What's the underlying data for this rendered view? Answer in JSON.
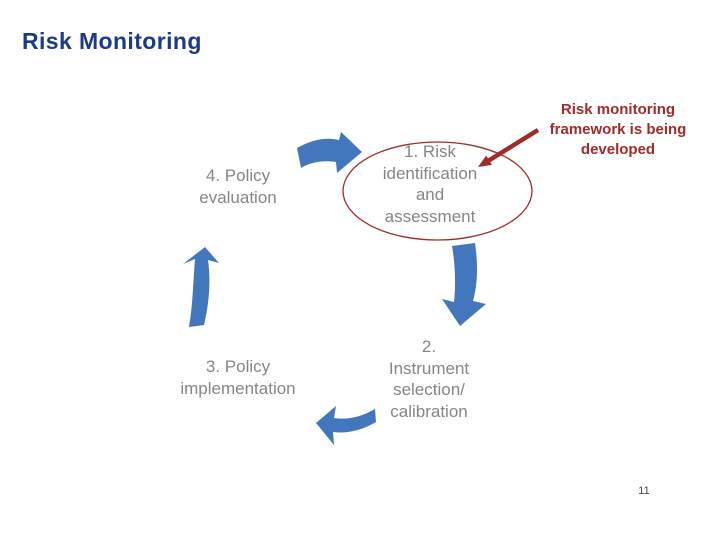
{
  "slide": {
    "title": "Risk Monitoring",
    "page_number": "11"
  },
  "diagram": {
    "type": "cycle",
    "steps": [
      {
        "id": "1",
        "label": "1. Risk\nidentification\nand\nassessment",
        "emphasized": true
      },
      {
        "id": "2",
        "label": "2.\nInstrument\nselection/\ncalibration",
        "emphasized": false
      },
      {
        "id": "3",
        "label": "3. Policy\nimplementation",
        "emphasized": false
      },
      {
        "id": "4",
        "label": "4. Policy\nevaluation",
        "emphasized": false
      }
    ],
    "annotation": {
      "text": "Risk monitoring\nframework is being\ndeveloped",
      "points_to": "1. Risk identification and assessment"
    },
    "icons": {
      "cycle_arrows": [
        "arrow-right-icon",
        "arrow-down-icon",
        "arrow-left-icon",
        "arrow-up-icon"
      ],
      "annotation_arrow": "arrow-pointer-icon",
      "emphasis_shape": "ellipse-outline"
    }
  },
  "colors": {
    "background": "#ffffff",
    "title_navy": "#1b3a87",
    "step_text_gray": "#858585",
    "arrow_blue": "#4377bd",
    "annotation_red": "#a02b28"
  }
}
